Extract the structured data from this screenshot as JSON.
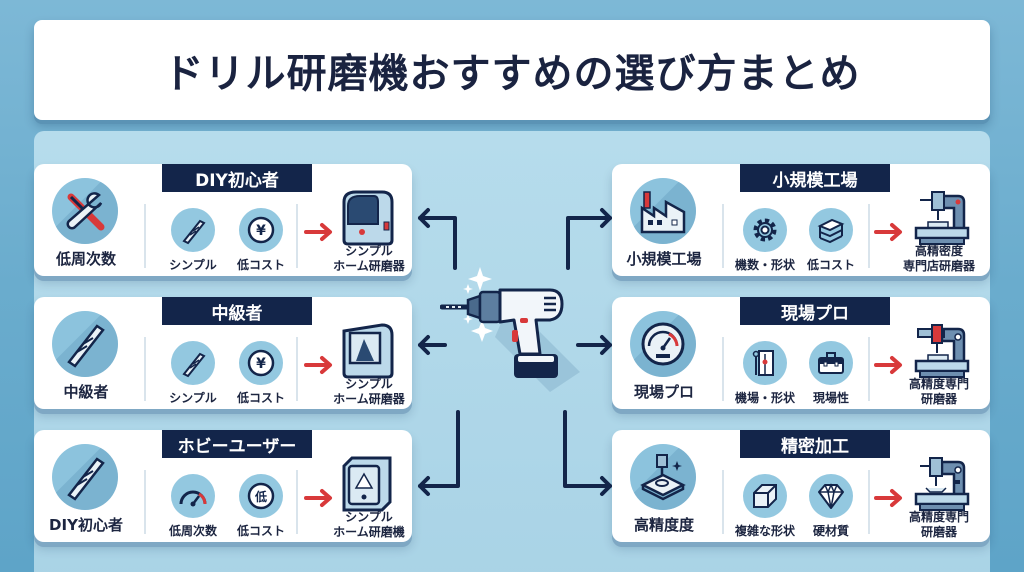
{
  "title": "ドリル研磨機おすすめの選び方まとめ",
  "colors": {
    "navy": "#13254a",
    "accent_red": "#d8393a",
    "icon_blue": "#8cc3dd",
    "background": "#6aaccd",
    "panel": "#b0d8ea"
  },
  "center": {
    "icon": "cordless-drill-icon"
  },
  "left_cards": [
    {
      "badge": "DIY初心者",
      "main": {
        "icon": "wrench-screwdriver-icon",
        "label": "低周次数"
      },
      "features": [
        {
          "icon": "drill-bit-icon",
          "label": "シンプル"
        },
        {
          "icon": "yen-coin-icon",
          "label": "低コスト",
          "glyph": "¥"
        }
      ],
      "result": {
        "icon": "home-grinder-icon",
        "line1": "シンプル",
        "line2": "ホーム研磨器"
      }
    },
    {
      "badge": "中級者",
      "main": {
        "icon": "drill-bit-icon",
        "label": "中級者"
      },
      "features": [
        {
          "icon": "drill-bit-icon",
          "label": "シンプル"
        },
        {
          "icon": "yen-coin-icon",
          "label": "低コスト",
          "glyph": "¥"
        }
      ],
      "result": {
        "icon": "home-grinder-icon",
        "line1": "シンプル",
        "line2": "ホーム研磨器"
      }
    },
    {
      "badge": "ホビーユーザー",
      "main": {
        "icon": "drill-bit-icon",
        "label": "DIY初心者"
      },
      "features": [
        {
          "icon": "speedometer-icon",
          "label": "低周次数"
        },
        {
          "icon": "low-coin-icon",
          "label": "低コスト",
          "glyph": "低"
        }
      ],
      "result": {
        "icon": "home-grinder-icon",
        "line1": "シンプル",
        "line2": "ホーム研磨機"
      }
    }
  ],
  "right_cards": [
    {
      "badge": "小規模工場",
      "main": {
        "icon": "factory-icon",
        "label": "小規模工場"
      },
      "features": [
        {
          "icon": "gear-icon",
          "label": "機数・形状"
        },
        {
          "icon": "metal-stock-icon",
          "label": "低コスト"
        }
      ],
      "result": {
        "icon": "precision-grinder-icon",
        "line1": "高精密度",
        "line2": "専門店研磨器"
      }
    },
    {
      "badge": "現場プロ",
      "main": {
        "icon": "gauge-icon",
        "label": "現場プロ"
      },
      "features": [
        {
          "icon": "switch-panel-icon",
          "label": "機場・形状"
        },
        {
          "icon": "toolbox-icon",
          "label": "現場性"
        }
      ],
      "result": {
        "icon": "precision-grinder-icon",
        "line1": "高精度専門",
        "line2": "研磨器"
      }
    },
    {
      "badge": "精密加工",
      "main": {
        "icon": "precision-milling-icon",
        "label": "高精度度"
      },
      "features": [
        {
          "icon": "cube-icon",
          "label": "複雑な形状"
        },
        {
          "icon": "diamond-icon",
          "label": "硬材質"
        }
      ],
      "result": {
        "icon": "precision-grinder-icon",
        "line1": "高精度専門",
        "line2": "研磨器"
      }
    }
  ]
}
